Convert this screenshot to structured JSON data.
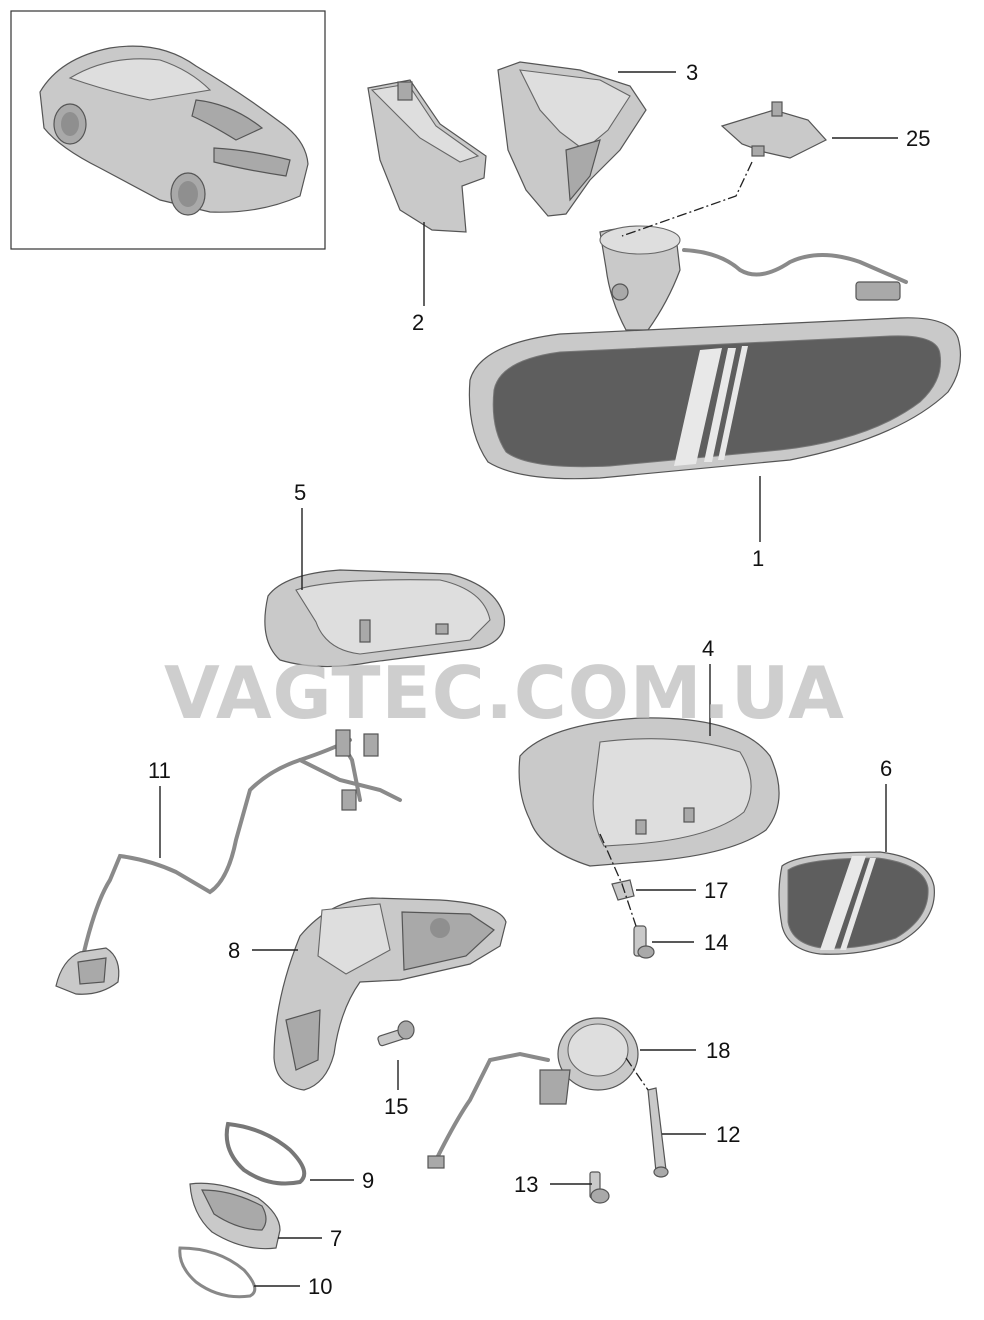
{
  "watermark": "VAGTEC.COM.UA",
  "callouts": {
    "n1": "1",
    "n2": "2",
    "n3": "3",
    "n4": "4",
    "n5": "5",
    "n6": "6",
    "n7": "7",
    "n8": "8",
    "n9": "9",
    "n10": "10",
    "n11": "11",
    "n12": "12",
    "n13": "13",
    "n14": "14",
    "n15": "15",
    "n17": "17",
    "n18": "18",
    "n25": "25"
  },
  "colors": {
    "part": "#c9c9c9",
    "glass": "#5e5e5e",
    "watermark": "#bdbdbd"
  }
}
